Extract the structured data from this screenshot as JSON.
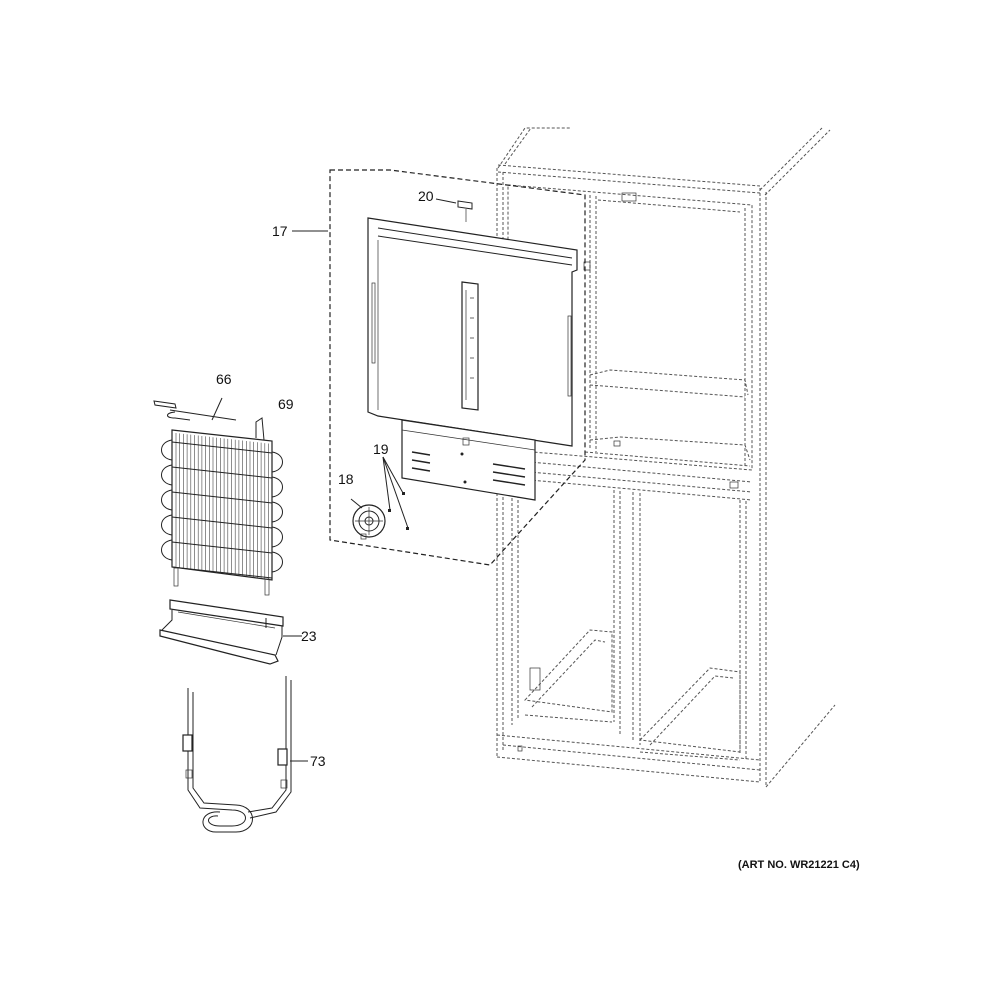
{
  "callouts": {
    "c17": "17",
    "c20": "20",
    "c66": "66",
    "c69": "69",
    "c19": "19",
    "c18": "18",
    "c23": "23",
    "c73": "73"
  },
  "art_number": "(ART NO. WR21221 C4)"
}
